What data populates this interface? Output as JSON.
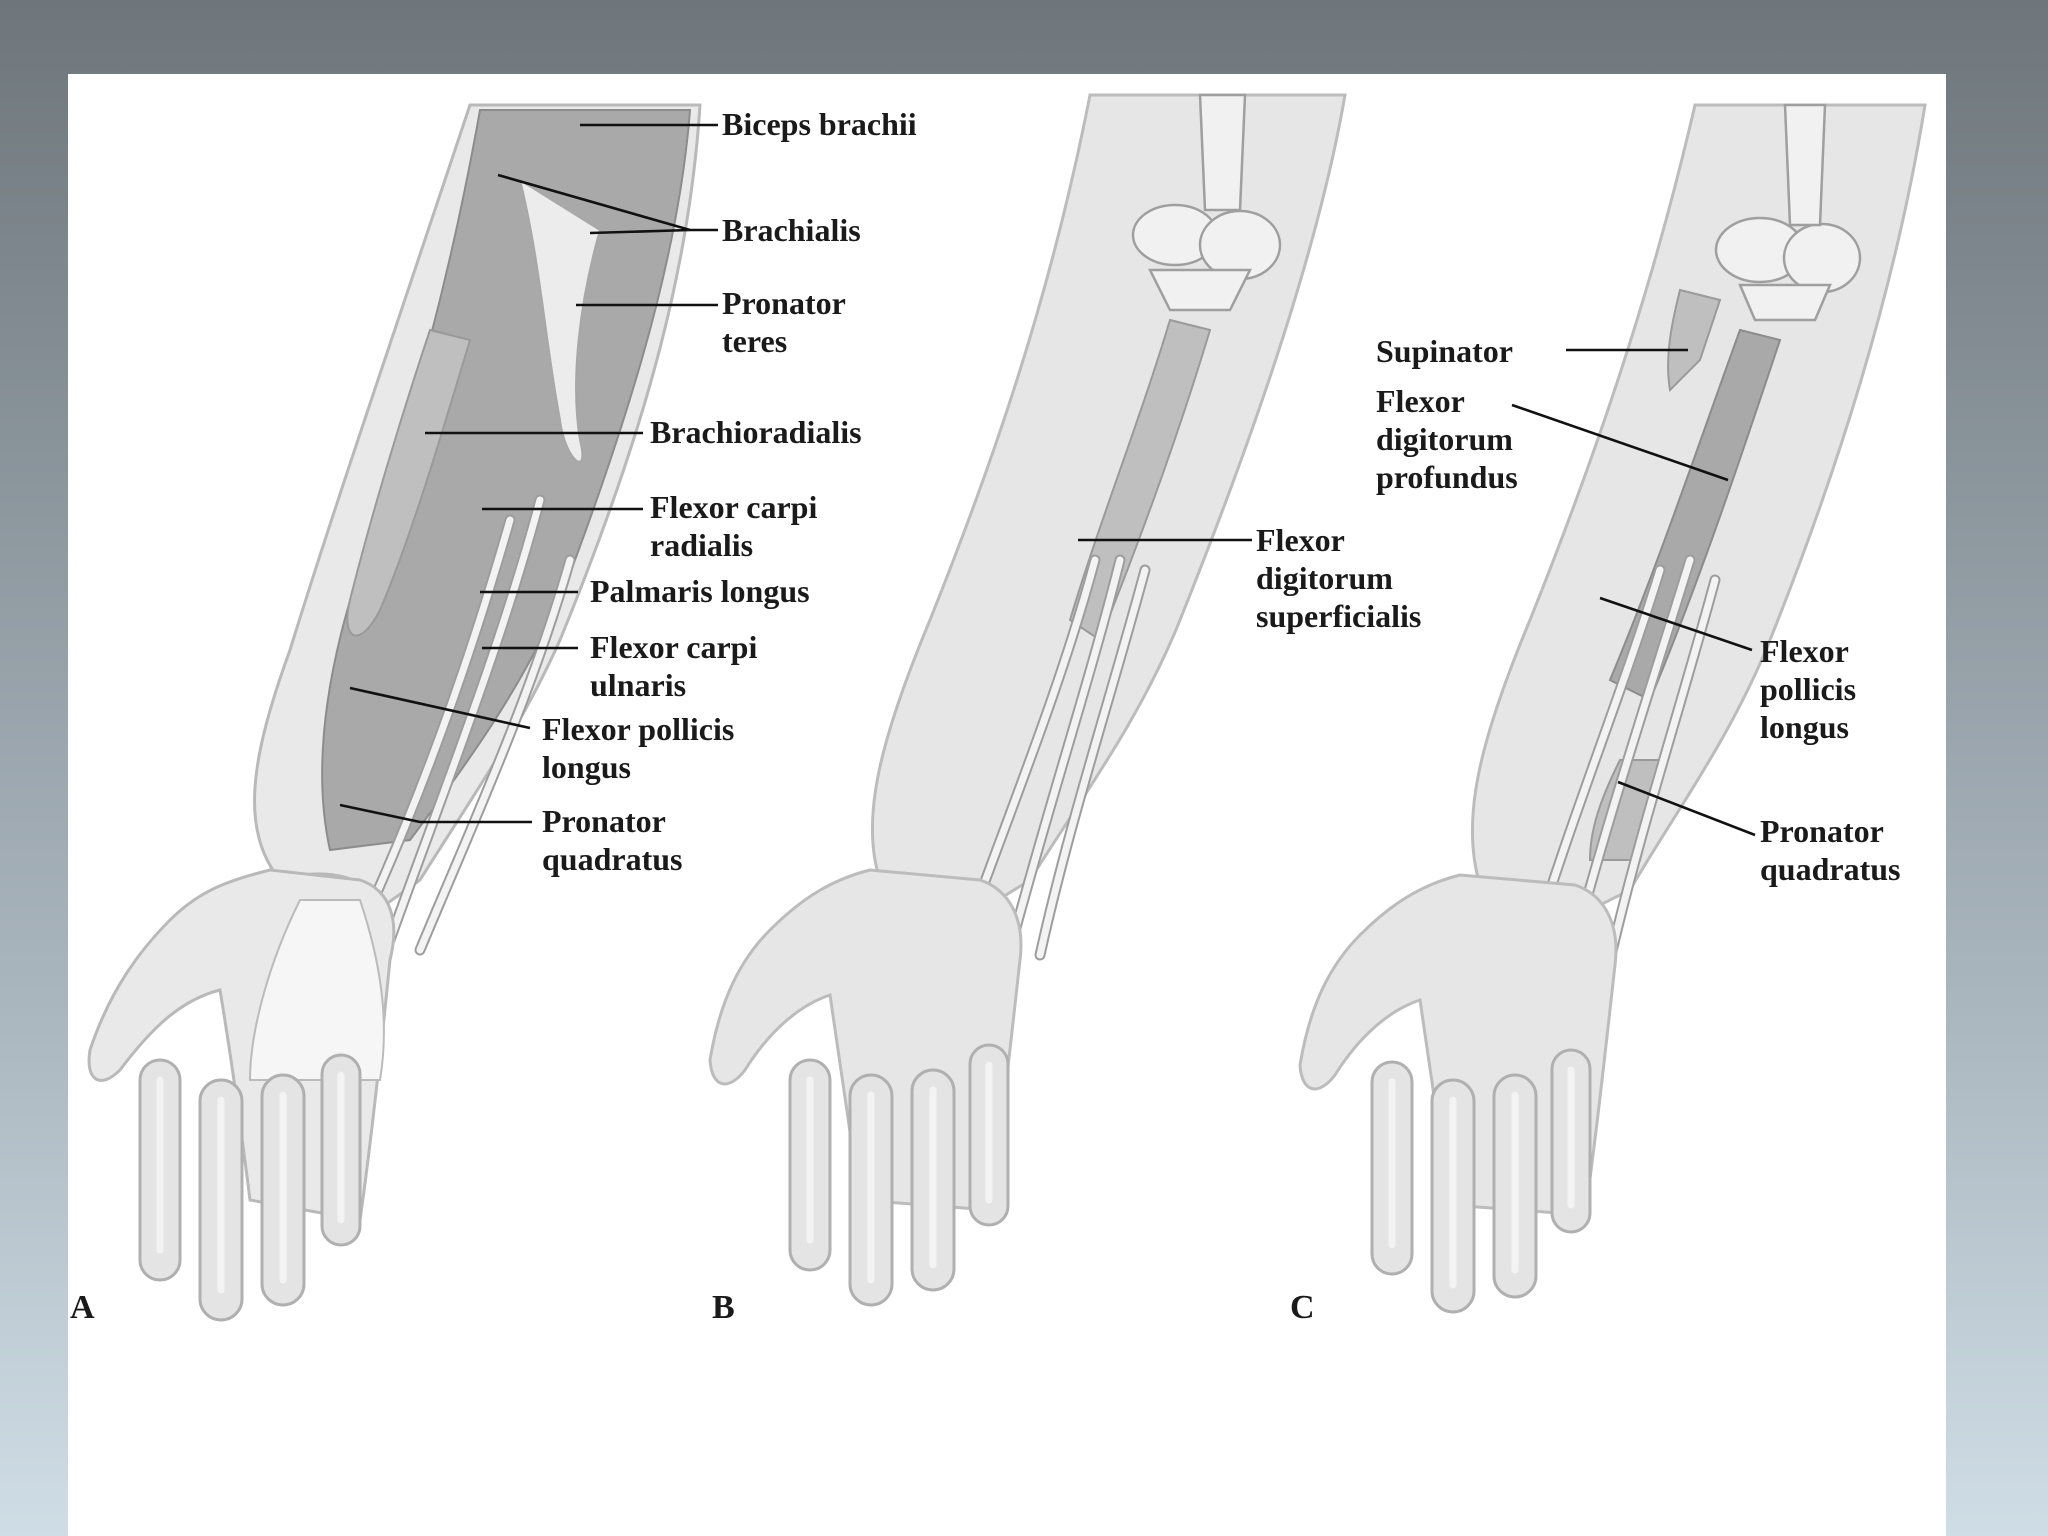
{
  "panels": [
    {
      "letter": "A",
      "labels": [
        {
          "id": "biceps-brachii",
          "lines": [
            "Biceps brachii"
          ]
        },
        {
          "id": "brachialis",
          "lines": [
            "Brachialis"
          ]
        },
        {
          "id": "pronator-teres",
          "lines": [
            "Pronator",
            "teres"
          ]
        },
        {
          "id": "brachioradialis",
          "lines": [
            "Brachioradialis"
          ]
        },
        {
          "id": "flexor-carpi-radialis",
          "lines": [
            "Flexor carpi",
            "radialis"
          ]
        },
        {
          "id": "palmaris-longus",
          "lines": [
            "Palmaris longus"
          ]
        },
        {
          "id": "flexor-carpi-ulnaris",
          "lines": [
            "Flexor carpi",
            "ulnaris"
          ]
        },
        {
          "id": "flexor-pollicis-longus",
          "lines": [
            "Flexor pollicis",
            "longus"
          ]
        },
        {
          "id": "pronator-quadratus",
          "lines": [
            "Pronator",
            "quadratus"
          ]
        }
      ]
    },
    {
      "letter": "B",
      "labels": [
        {
          "id": "flexor-digitorum-superficialis",
          "lines": [
            "Flexor",
            "digitorum",
            "superficialis"
          ]
        }
      ]
    },
    {
      "letter": "C",
      "labels": [
        {
          "id": "supinator",
          "lines": [
            "Supinator"
          ]
        },
        {
          "id": "flexor-digitorum-profundus",
          "lines": [
            "Flexor",
            "digitorum",
            "profundus"
          ]
        },
        {
          "id": "flexor-pollicis-longus",
          "lines": [
            "Flexor",
            "pollicis",
            "longus"
          ]
        },
        {
          "id": "pronator-quadratus",
          "lines": [
            "Pronator",
            "quadratus"
          ]
        }
      ]
    }
  ]
}
